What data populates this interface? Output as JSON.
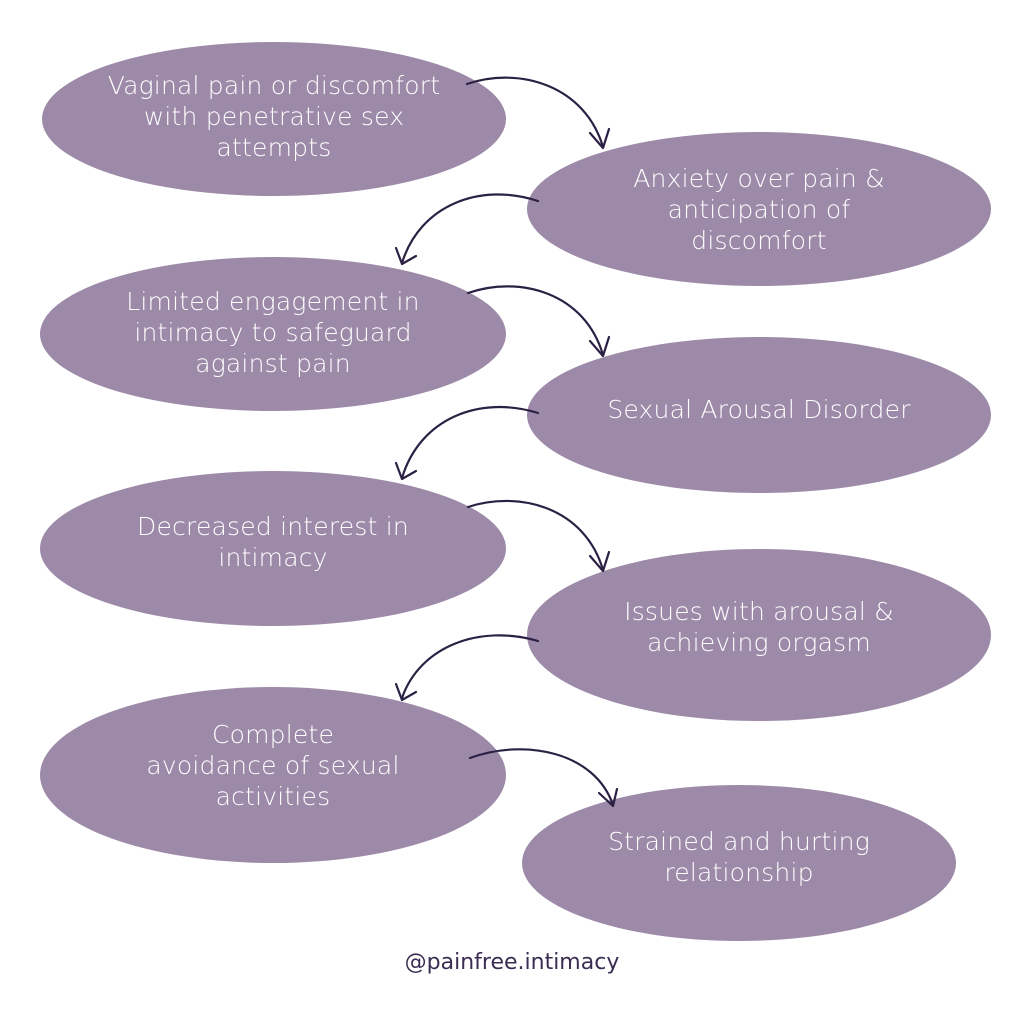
{
  "diagram": {
    "nodes": [
      {
        "id": "n1",
        "label": "Vaginal pain or discomfort\nwith penetrative sex\nattempts"
      },
      {
        "id": "n2",
        "label": "Anxiety over pain &\nanticipation of\ndiscomfort"
      },
      {
        "id": "n3",
        "label": "Limited engagement in\nintimacy to safeguard\nagainst pain"
      },
      {
        "id": "n4",
        "label": "Sexual Arousal Disorder"
      },
      {
        "id": "n5",
        "label": "Decreased interest in\nintimacy"
      },
      {
        "id": "n6",
        "label": "Issues with arousal &\nachieving orgasm"
      },
      {
        "id": "n7",
        "label": "Complete\navoidance of sexual\nactivities"
      },
      {
        "id": "n8",
        "label": "Strained and hurting\nrelationship"
      }
    ],
    "edges": [
      {
        "from": "n1",
        "to": "n2"
      },
      {
        "from": "n2",
        "to": "n3"
      },
      {
        "from": "n3",
        "to": "n4"
      },
      {
        "from": "n4",
        "to": "n5"
      },
      {
        "from": "n5",
        "to": "n6"
      },
      {
        "from": "n6",
        "to": "n7"
      },
      {
        "from": "n7",
        "to": "n8"
      }
    ],
    "colors": {
      "node_fill": "#9c8aa8",
      "node_text": "#ffffff",
      "arrow": "#2b2145",
      "footer_text": "#3a2d52"
    }
  },
  "footer": {
    "handle": "@painfree.intimacy"
  }
}
